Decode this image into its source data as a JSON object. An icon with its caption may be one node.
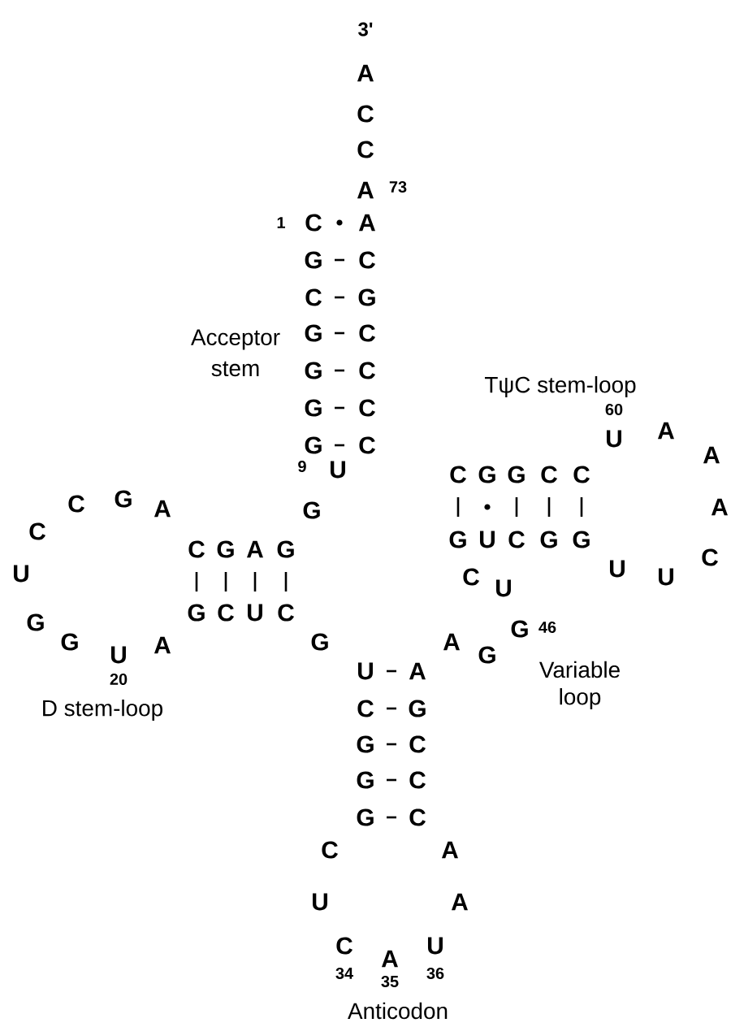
{
  "diagram": {
    "labels": [
      "3'",
      "A",
      "C",
      "C",
      "A",
      "73",
      "1",
      "C",
      "A",
      "G",
      "C",
      "C",
      "G",
      "Acceptor",
      "G",
      "C",
      "stem",
      "G",
      "C",
      "TψC stem-loop",
      "G",
      "C",
      "60",
      "G",
      "C",
      "U",
      "A",
      "A",
      "9",
      "U",
      "C",
      "G",
      "G",
      "C",
      "C",
      "C",
      "G",
      "A",
      "G",
      "A",
      "C",
      "G",
      "U",
      "C",
      "G",
      "G",
      "C",
      "G",
      "A",
      "G",
      "U",
      "C",
      "U",
      "U",
      "U",
      "C",
      "G",
      "C",
      "U",
      "C",
      "G",
      "G",
      "46",
      "G",
      "U",
      "A",
      "G",
      "A",
      "G",
      "20",
      "U",
      "A",
      "Variable",
      "D stem-loop",
      "C",
      "G",
      "loop",
      "G",
      "C",
      "G",
      "C",
      "G",
      "C",
      "C",
      "A",
      "U",
      "A",
      "C",
      "U",
      "A",
      "34",
      "36",
      "35",
      "Anticodon"
    ]
  }
}
